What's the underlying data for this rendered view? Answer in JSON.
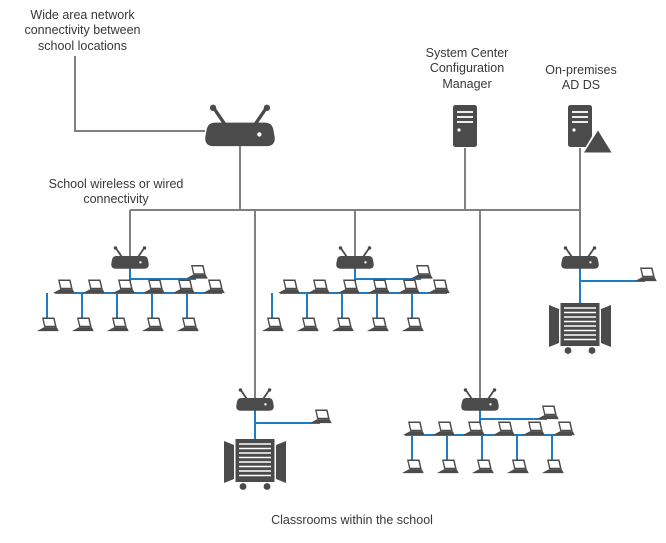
{
  "labels": {
    "wan": "Wide area network\nconnectivity between\nschool locations",
    "sccm": "System Center\nConfiguration\nManager",
    "ad_ds": "On-premises\nAD DS",
    "school_connectivity": "School wireless or wired\nconnectivity",
    "classrooms": "Classrooms within the school"
  },
  "colors": {
    "connection_gray": "#808080",
    "connection_blue": "#1F7BC4",
    "icon_gray": "#4B4B4B",
    "text": "#383838",
    "background": "#FFFFFF"
  },
  "icons": {
    "wan_router": "wireless-router-icon",
    "access_point": "access-point-icon",
    "laptop": "laptop-icon",
    "laptop_cart": "laptop-cart-icon",
    "server": "server-icon",
    "ad_ds_triangle": "ad-ds-triangle-icon"
  }
}
